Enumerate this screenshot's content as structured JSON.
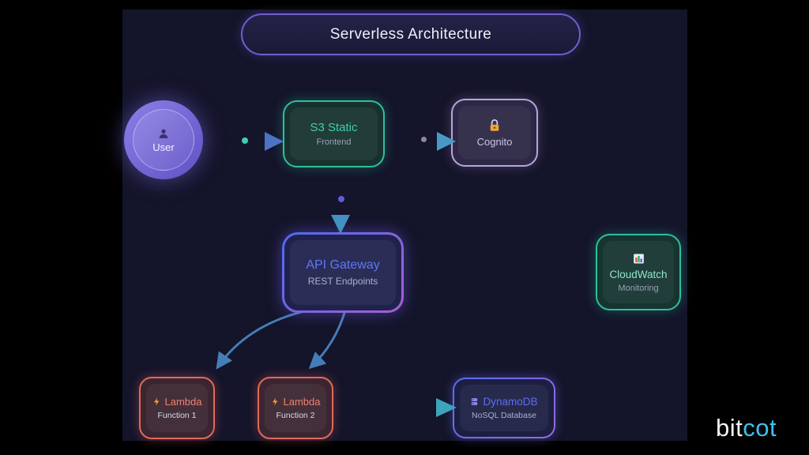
{
  "title": "Serverless Architecture",
  "nodes": {
    "user": {
      "label": "User",
      "icon": "person-icon"
    },
    "s3": {
      "title": "S3 Static",
      "subtitle": "Frontend"
    },
    "cognito": {
      "title": "Cognito",
      "icon": "lock-icon"
    },
    "apiGateway": {
      "title": "API Gateway",
      "subtitle": "REST Endpoints"
    },
    "cloudwatch": {
      "title": "CloudWatch",
      "subtitle": "Monitoring",
      "icon": "bar-chart-icon"
    },
    "lambda1": {
      "title": "Lambda",
      "subtitle": "Function 1",
      "icon": "lightning-icon"
    },
    "lambda2": {
      "title": "Lambda",
      "subtitle": "Function 2",
      "icon": "lightning-icon"
    },
    "dynamodb": {
      "title": "DynamoDB",
      "subtitle": "NoSQL Database",
      "icon": "database-icon"
    }
  },
  "brand": {
    "prefix": "bit",
    "suffix": "cot"
  },
  "colors": {
    "slide_background": "#14142a",
    "teal_accent": "#2fbf9c",
    "blue_accent": "#5d78f5",
    "purple_accent": "#b9a3dc",
    "red_accent": "#e2685c",
    "arrow_blue": "#4a8ac8",
    "brand_cyan": "#3fc1ee"
  }
}
